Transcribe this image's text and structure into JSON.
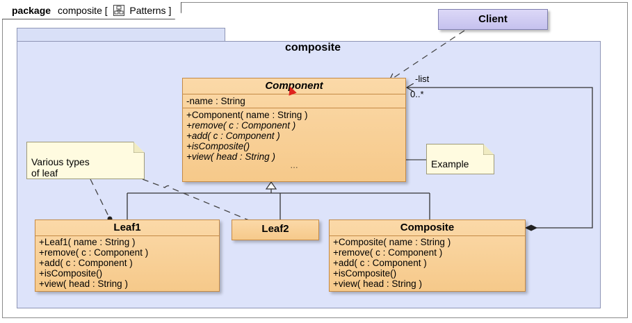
{
  "frame": {
    "keyword": "package",
    "name": "composite",
    "bracket_open": "[",
    "stereotype": "Patterns",
    "bracket_close": "]"
  },
  "package": {
    "name": "composite"
  },
  "client": {
    "name": "Client"
  },
  "component": {
    "name": "Component",
    "attributes": [
      "-name : String"
    ],
    "operations": [
      "+Component( name : String )",
      "+remove( c : Component )",
      "+add( c : Component )",
      "+isComposite()",
      "+view( head : String )"
    ],
    "more": "..."
  },
  "leaf1": {
    "name": "Leaf1",
    "operations": [
      "+Leaf1( name : String )",
      "+remove( c : Component )",
      "+add( c : Component )",
      "+isComposite()",
      "+view( head : String )"
    ]
  },
  "leaf2": {
    "name": "Leaf2"
  },
  "composite_class": {
    "name": "Composite",
    "operations": [
      "+Composite( name : String )",
      "+remove( c : Component )",
      "+add( c : Component )",
      "+isComposite()",
      "+view( head : String )"
    ]
  },
  "notes": {
    "leaf_types": [
      "Various types",
      "of leaf"
    ],
    "example": "Example"
  },
  "association": {
    "role": "-list",
    "multiplicity": "0..*"
  },
  "colors": {
    "class_fill": "#f6c98a",
    "package_fill": "#dde3fa",
    "client_fill": "#c5c1ee",
    "note_fill": "#fffbe0"
  }
}
